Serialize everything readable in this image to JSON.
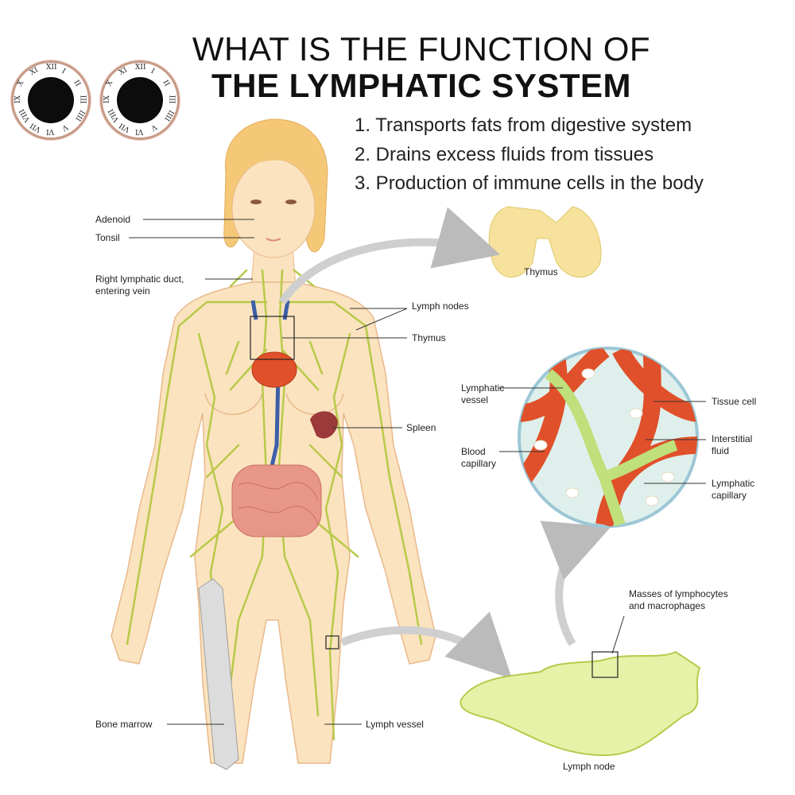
{
  "title": {
    "line1": "WHAT IS THE FUNCTION OF",
    "line2": "THE LYMPHATIC SYSTEM"
  },
  "functions": [
    "1. Transports fats from digestive system",
    "2. Drains excess fluids from tissues",
    "3. Production of immune cells in the body"
  ],
  "labels": {
    "adenoid": "Adenoid",
    "tonsil": "Tonsil",
    "right_duct_1": "Right lymphatic duct,",
    "right_duct_2": "entering vein",
    "lymph_nodes": "Lymph nodes",
    "thymus": "Thymus",
    "thymus_inset": "Thymus",
    "spleen": "Spleen",
    "lymphatic_vessel_1": "Lymphatic",
    "lymphatic_vessel_2": "vessel",
    "blood_capillary_1": "Blood",
    "blood_capillary_2": "capillary",
    "tissue_cell": "Tissue cell",
    "interstitial_fluid_1": "Interstitial",
    "interstitial_fluid_2": "fluid",
    "lymphatic_capillary_1": "Lymphatic",
    "lymphatic_capillary_2": "capillary",
    "masses_1": "Masses of lymphocytes",
    "masses_2": "and macrophages",
    "bone_marrow": "Bone marrow",
    "lymph_vessel": "Lymph vessel",
    "lymph_node": "Lymph node"
  },
  "clock_numerals": [
    "XII",
    "I",
    "II",
    "III",
    "IIII",
    "V",
    "VI",
    "VII",
    "VIII",
    "IX",
    "X",
    "XI"
  ],
  "colors": {
    "skin": "#fbe3bf",
    "skin_outline": "#e8b98c",
    "hair": "#f5c878",
    "lymph": "#b9c94a",
    "blood_red": "#e0502a",
    "vein_blue": "#3d5fa8",
    "intestine": "#e8968a"
  }
}
